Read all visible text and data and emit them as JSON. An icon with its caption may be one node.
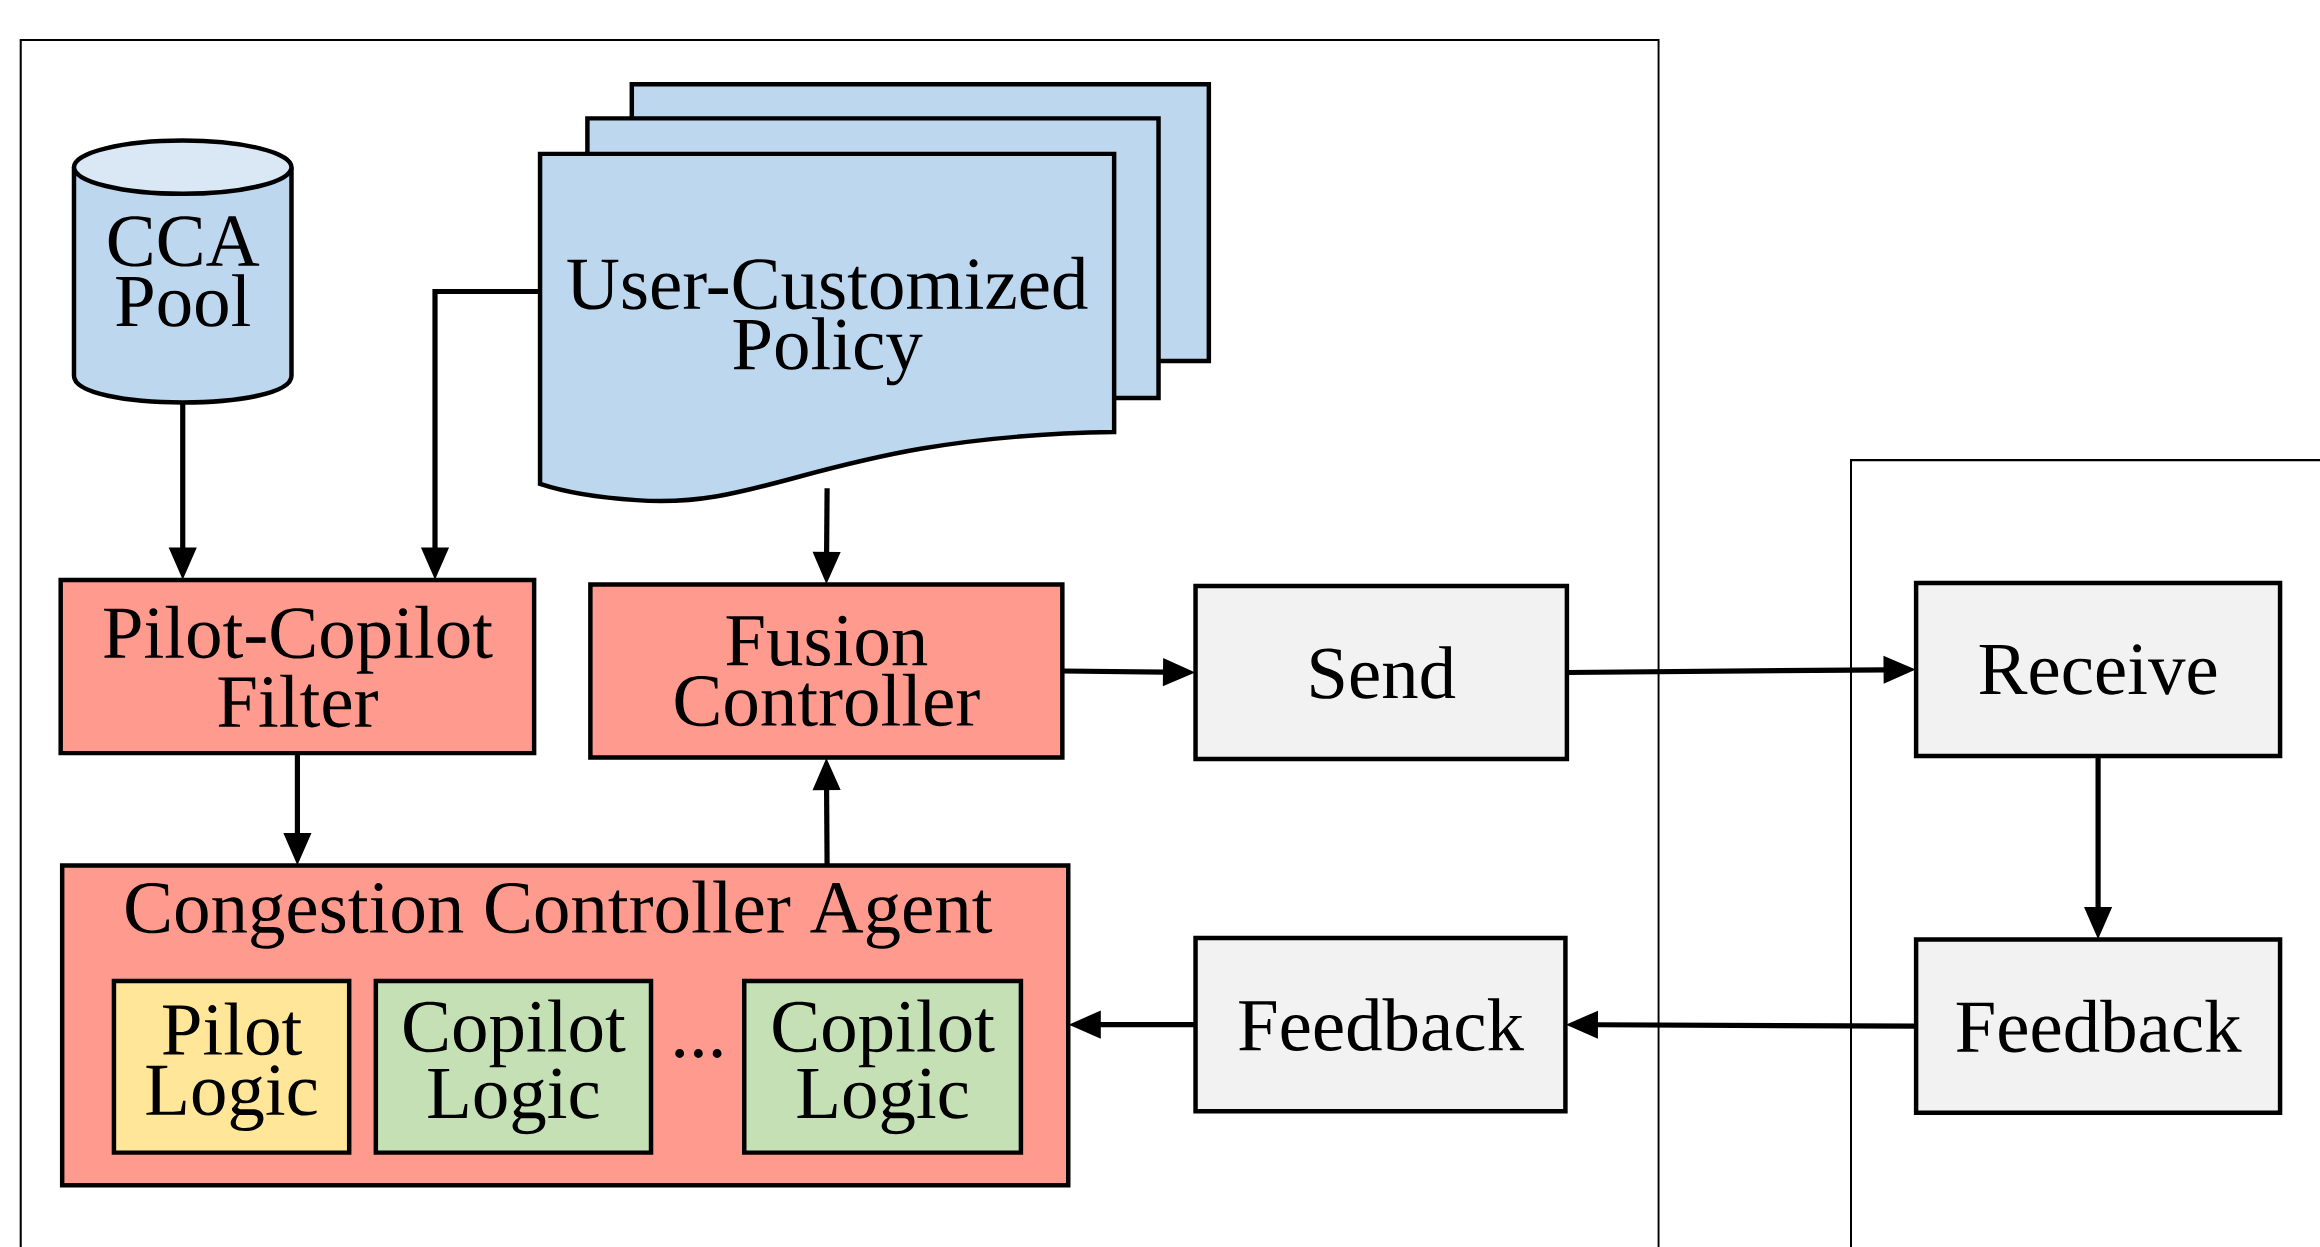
{
  "diagram": {
    "nodes": [
      {
        "text": [],
        "shape": "box"
      },
      {
        "text": [
          "CCA Pool"
        ],
        "in": 0
      },
      {
        "text": [
          "User-Customized Policy"
        ],
        "in": 0
      },
      {
        "text": [
          "Pilot-Copilot Filter"
        ],
        "in": 0
      },
      {
        "text": [
          "Fusion Controller"
        ],
        "in": 0
      },
      {
        "text": [
          "Send"
        ],
        "in": 0
      },
      {
        "text": [
          "Congestion Controller Agent"
        ],
        "in": 0
      },
      {
        "text": [
          "Pilot Logic"
        ],
        "in": 6
      },
      {
        "text": [
          "Copilot Logic"
        ],
        "in": 6
      },
      {
        "text": [
          "Copilot Logic"
        ],
        "in": 6
      },
      {
        "text": [
          "Feedback"
        ],
        "in": 0
      },
      {
        "text": [],
        "shape": "box"
      },
      {
        "text": [
          "Receive"
        ],
        "in": 11
      },
      {
        "text": [
          "Feedback"
        ],
        "in": 11
      }
    ],
    "edges": [
      {
        "from": 1,
        "to": 3,
        "arrow": "to"
      },
      {
        "from": 2,
        "to": 3,
        "arrow": "to"
      },
      {
        "from": 2,
        "to": 4,
        "arrow": "to"
      },
      {
        "from": 3,
        "to": 6,
        "arrow": "to"
      },
      {
        "from": 6,
        "to": 4,
        "arrow": "to"
      },
      {
        "from": 4,
        "to": 5,
        "arrow": "to"
      },
      {
        "from": 5,
        "to": 12,
        "arrow": "to"
      },
      {
        "from": 12,
        "to": 13,
        "arrow": "to"
      },
      {
        "from": 13,
        "to": 10,
        "arrow": "to"
      },
      {
        "from": 10,
        "to": 6,
        "arrow": "to"
      }
    ],
    "labels": [
      "..."
    ]
  }
}
